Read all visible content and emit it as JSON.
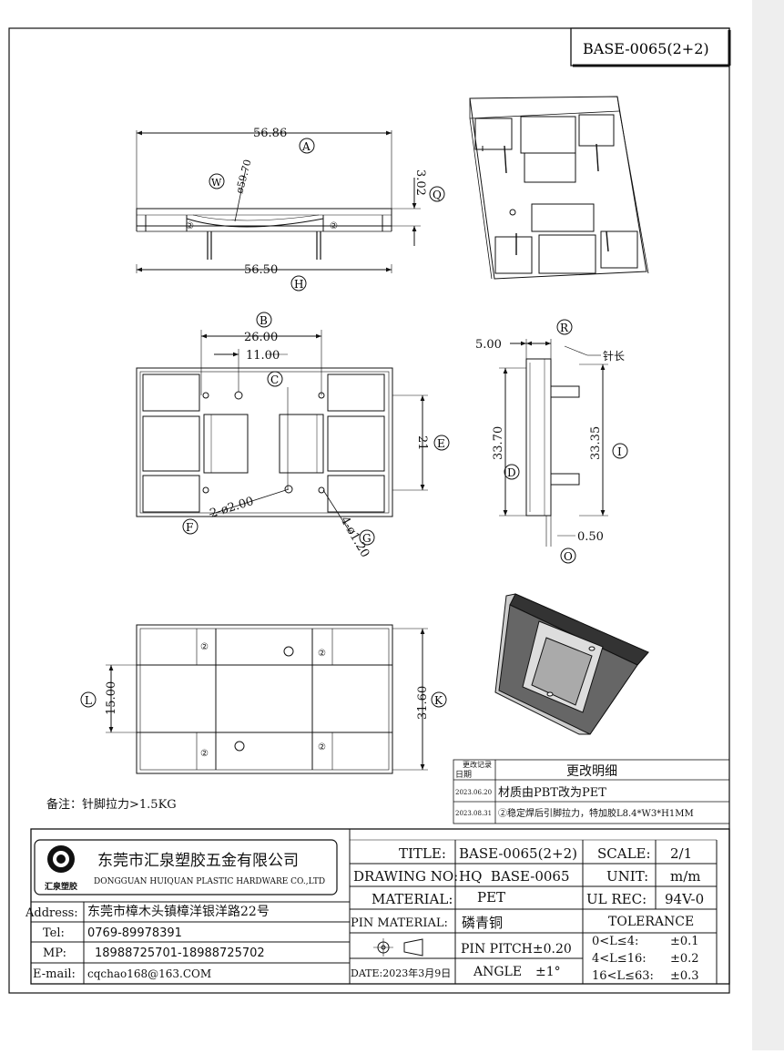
{
  "drawing_id": "BASE-0065(2+2)",
  "dimensions": {
    "top_width": "56.86",
    "bottom_width": "56.50",
    "height": "3.02",
    "radius": "ø59.70",
    "hole_span": "26.00",
    "pin_span": "11.00",
    "inner_height": "21",
    "hole_dia_2": "2-ø2.00",
    "hole_dia_4": "4-ø1.20",
    "side_width": "5.00",
    "pin_length_label": "针长",
    "side_height_outer": "33.70",
    "side_height_inner": "33.35",
    "side_thickness": "0.50",
    "bottom_span": "15.00",
    "bottom_height": "31.60"
  },
  "circle_labels": {
    "A": "A",
    "B": "B",
    "C": "C",
    "D": "D",
    "E": "E",
    "F": "F",
    "G": "G",
    "H": "H",
    "I": "I",
    "K": "K",
    "L": "L",
    "O": "O",
    "Q": "Q",
    "R": "R",
    "W": "W"
  },
  "pin_marker": "②",
  "revision": {
    "header_small": "更改记录",
    "header_date": "日期",
    "header_title": "更改明细",
    "rows": [
      {
        "date": "2023.06.20",
        "text": "材质由PBT改为PET"
      },
      {
        "date": "2023.08.31",
        "text": "②稳定焊后引脚拉力，特加胶L8.4*W3*H1MM"
      }
    ]
  },
  "note": "备注：针脚拉力>1.5KG",
  "company": {
    "logo_letter": "Q",
    "logo_caption": "汇泉塑胶",
    "name_cn": "东莞市汇泉塑胶五金有限公司",
    "name_en": "DONGGUAN HUIQUAN PLASTIC HARDWARE CO.,LTD"
  },
  "contact": {
    "address_label": "Address:",
    "address": "东莞市樟木头镇樟洋银洋路22号",
    "tel_label": "Tel:",
    "tel": "0769-89978391",
    "mp_label": "MP:",
    "mp": "18988725701-18988725702",
    "email_label": "E-mail:",
    "email": "cqchao168@163.COM"
  },
  "title_block": {
    "title_label": "TITLE:",
    "title_value": "BASE-0065(2+2)",
    "drawing_no_label": "DRAWING NO:",
    "drawing_no_value": "HQ  BASE-0065",
    "material_label": "MATERIAL:",
    "material_value": "PET",
    "pin_material_label": "PIN MATERIAL:",
    "pin_material_value": "磷青铜",
    "date_label": "DATE:2023年3月9日",
    "pin_pitch": "PIN PITCH±0.20",
    "angle_label": "ANGLE",
    "angle_value": "±1°",
    "scale_label": "SCALE:",
    "scale_value": "2/1",
    "unit_label": "UNIT:",
    "unit_value": "m/m",
    "ul_label": "UL REC:",
    "ul_value": "94V-0",
    "tolerance_label": "TOLERANCE",
    "tol_rows": [
      {
        "range": "0<L≤4:",
        "value": "±0.1"
      },
      {
        "range": "4<L≤16:",
        "value": "±0.2"
      },
      {
        "range": "16<L≤63:",
        "value": "±0.3"
      }
    ]
  }
}
